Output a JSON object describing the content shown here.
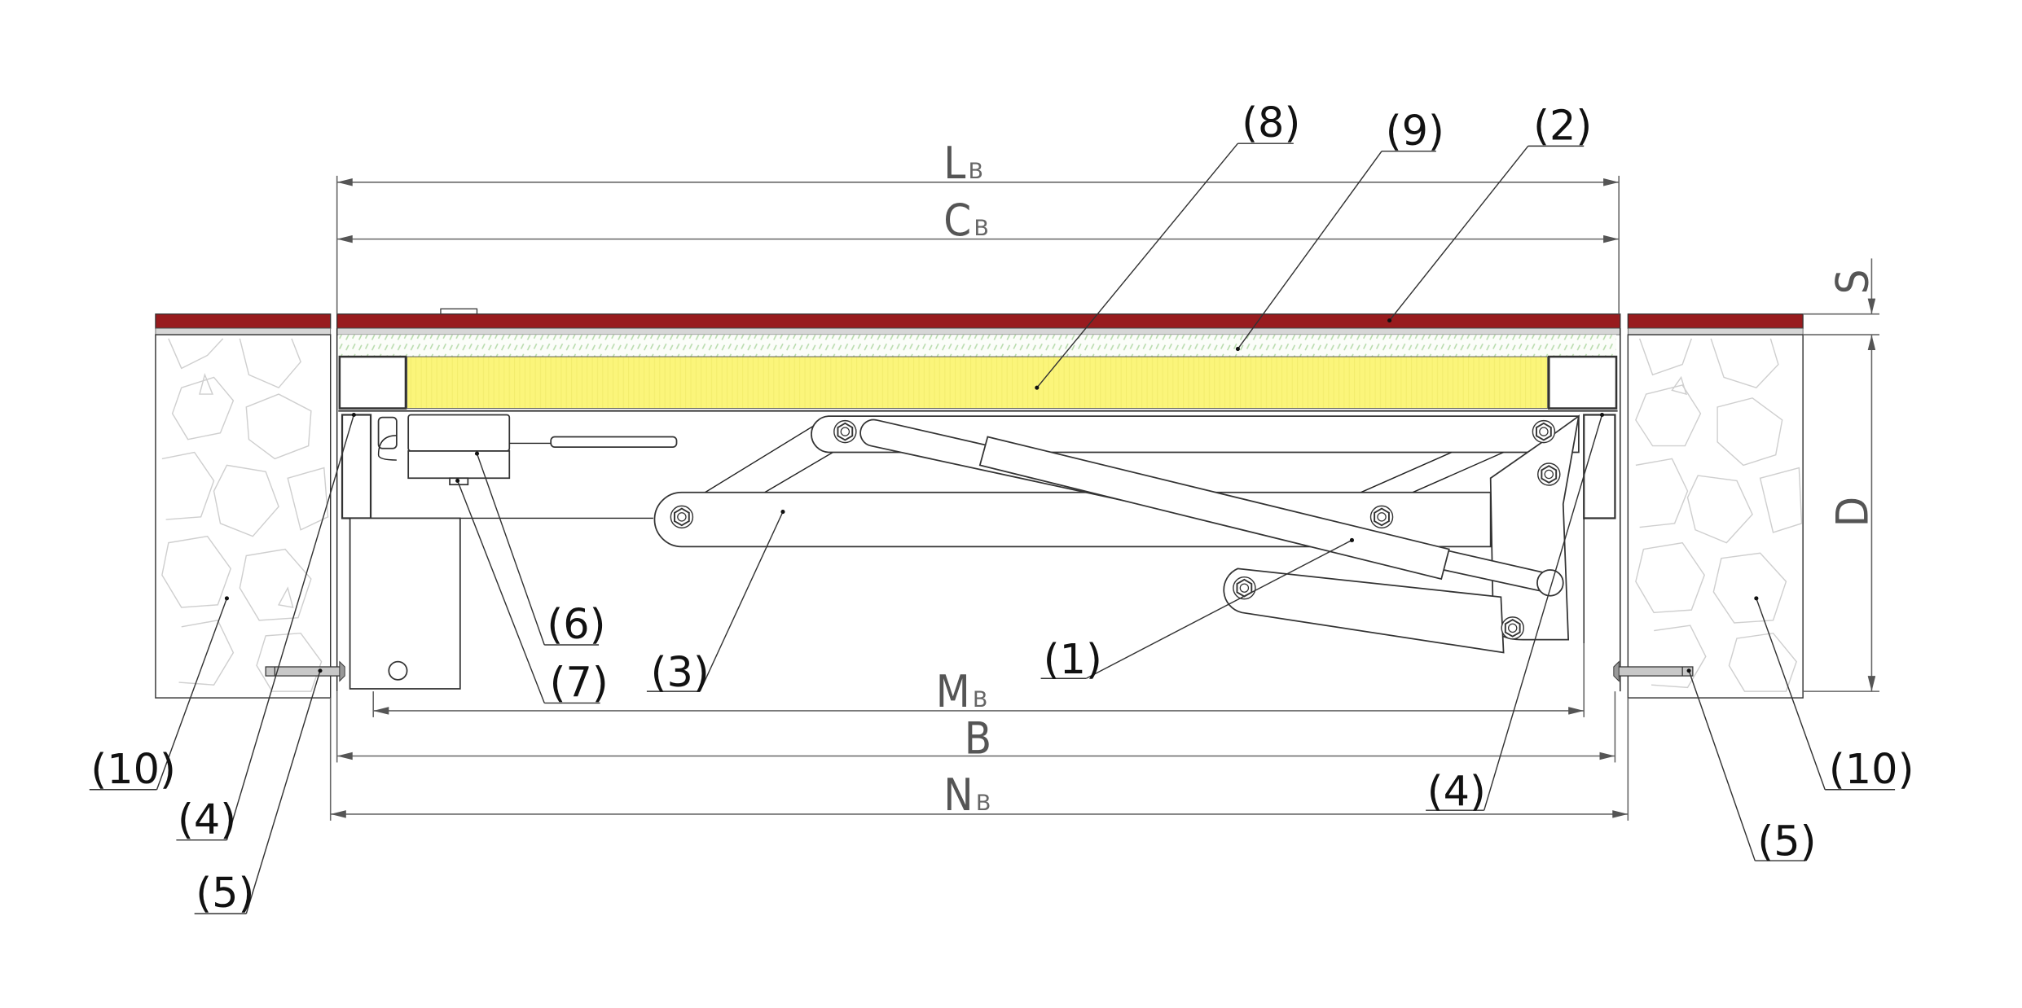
{
  "figure": {
    "title": "Leveler cross-section drawing",
    "colors": {
      "deck_plate": "#981b1e",
      "insulation": "#fbf57a",
      "infill_hatch": "#a9d49a",
      "concrete_edge": "#d0d0d0",
      "line": "#333333",
      "dimension": "#666666"
    }
  },
  "dimensions": {
    "LB": {
      "main": "L",
      "sub": "B"
    },
    "CB": {
      "main": "C",
      "sub": "B"
    },
    "MB": {
      "main": "M",
      "sub": "B"
    },
    "B": {
      "main": "B",
      "sub": ""
    },
    "NB": {
      "main": "N",
      "sub": "B"
    },
    "S": {
      "main": "S"
    },
    "D": {
      "main": "D"
    }
  },
  "callouts": [
    {
      "id": "c8",
      "label": "(8)"
    },
    {
      "id": "c9",
      "label": "(9)"
    },
    {
      "id": "c2",
      "label": "(2)"
    },
    {
      "id": "c6",
      "label": "(6)"
    },
    {
      "id": "c7",
      "label": "(7)"
    },
    {
      "id": "c3",
      "label": "(3)"
    },
    {
      "id": "c1",
      "label": "(1)"
    },
    {
      "id": "c10l",
      "label": "(10)"
    },
    {
      "id": "c4l",
      "label": "(4)"
    },
    {
      "id": "c5l",
      "label": "(5)"
    },
    {
      "id": "c4r",
      "label": "(4)"
    },
    {
      "id": "c10r",
      "label": "(10)"
    },
    {
      "id": "c5r",
      "label": "(5)"
    }
  ]
}
